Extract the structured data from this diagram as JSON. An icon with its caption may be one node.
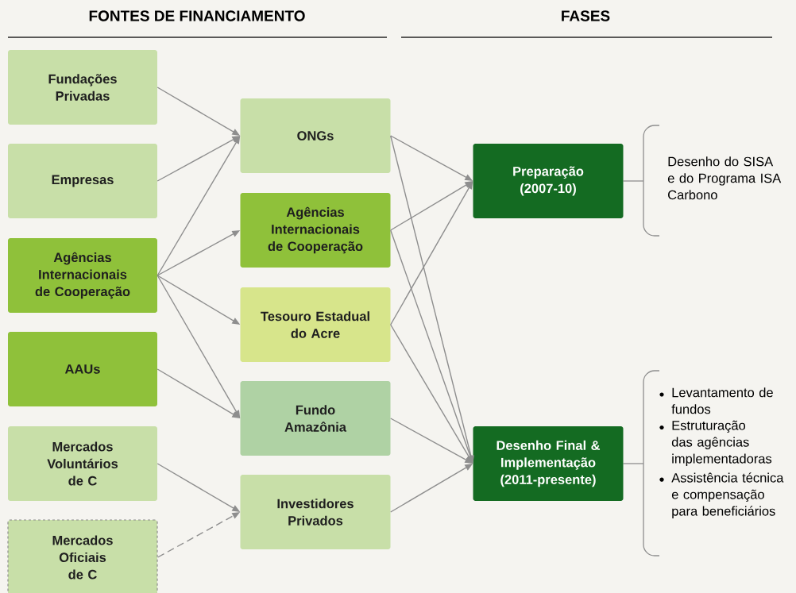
{
  "diagram": {
    "nodes": [
      {
        "text": [
          "Fundações Privadas"
        ]
      },
      {
        "text": [
          "Empresas"
        ]
      },
      {
        "text": [
          "Agências Internacionais de Cooperação"
        ]
      },
      {
        "text": [
          "AAUs"
        ]
      },
      {
        "text": [
          "Mercados Voluntários de C"
        ]
      },
      {
        "text": [
          "Mercados Oficiais de C"
        ]
      },
      {
        "text": [
          "ONGs"
        ]
      },
      {
        "text": [
          "Agências Internacionais de Cooperação"
        ]
      },
      {
        "text": [
          "Tesouro Estadual do Acre"
        ]
      },
      {
        "text": [
          "Fundo Amazônia"
        ]
      },
      {
        "text": [
          "Investidores Privados"
        ]
      },
      {
        "text": [
          "Preparação (2007-10)"
        ],
        "beside": [
          "Desenho do SISA e do Programa ISA Carbono"
        ]
      },
      {
        "text": [
          "Desenho Final & Implementação (2011-presente)"
        ],
        "beside": [
          "Levantamento de fundos",
          "Estruturação das agências implementadoras",
          "Assistência técnica e compensação para beneficiários"
        ]
      }
    ],
    "edges": [
      {
        "from": 0,
        "to": 6,
        "arrow": "to"
      },
      {
        "from": 1,
        "to": 6,
        "arrow": "to"
      },
      {
        "from": 2,
        "to": 6,
        "arrow": "to"
      },
      {
        "from": 2,
        "to": 7,
        "arrow": "to"
      },
      {
        "from": 2,
        "to": 8,
        "arrow": "to"
      },
      {
        "from": 2,
        "to": 9,
        "arrow": "to"
      },
      {
        "from": 3,
        "to": 9,
        "arrow": "to"
      },
      {
        "from": 4,
        "to": 10,
        "arrow": "to"
      },
      {
        "from": 5,
        "to": 10,
        "arrow": "to",
        "style": "dashed"
      },
      {
        "from": 6,
        "to": 11,
        "arrow": "to"
      },
      {
        "from": 6,
        "to": 12,
        "arrow": "to"
      },
      {
        "from": 7,
        "to": 11,
        "arrow": "to"
      },
      {
        "from": 7,
        "to": 12,
        "arrow": "to"
      },
      {
        "from": 8,
        "to": 11,
        "arrow": "to"
      },
      {
        "from": 8,
        "to": 12,
        "arrow": "to"
      },
      {
        "from": 9,
        "to": 12,
        "arrow": "to"
      },
      {
        "from": 10,
        "to": 12,
        "arrow": "to"
      }
    ],
    "labels": [
      "FONTES DE FINANCIAMENTO",
      "FASES"
    ]
  }
}
